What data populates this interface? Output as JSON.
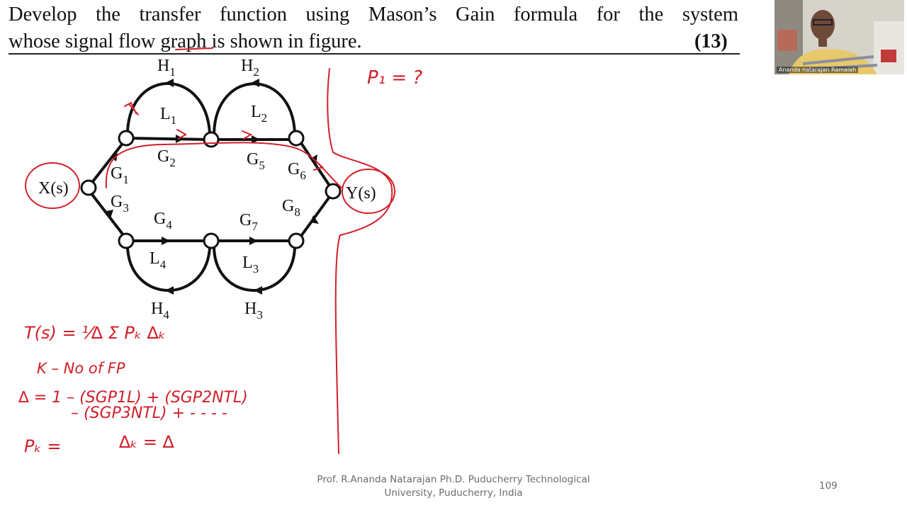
{
  "question": {
    "line1": "Develop the transfer function using Mason’s Gain formula for the system",
    "line2": "whose signal flow graph is shown in figure.",
    "marks": "(13)"
  },
  "diagram": {
    "input_label": "X(s)",
    "output_label": "Y(s)",
    "gains": {
      "G1": "G",
      "G1s": "1",
      "G2": "G",
      "G2s": "2",
      "G3": "G",
      "G3s": "3",
      "G4": "G",
      "G4s": "4",
      "G5": "G",
      "G5s": "5",
      "G6": "G",
      "G6s": "6",
      "G7": "G",
      "G7s": "7",
      "G8": "G",
      "G8s": "8"
    },
    "feedback": {
      "H1": "H",
      "H1s": "1",
      "H2": "H",
      "H2s": "2",
      "H3": "H",
      "H3s": "3",
      "H4": "H",
      "H4s": "4"
    },
    "loops": {
      "L1": "L",
      "L1s": "1",
      "L2": "L",
      "L2s": "2",
      "L3": "L",
      "L3s": "3",
      "L4": "L",
      "L4s": "4"
    }
  },
  "annotations": {
    "p1": "P₁ = ?",
    "transfer_formula": "T(s) = ¹⁄∆ Σ Pₖ ∆ₖ",
    "k_def": "K – No of FP",
    "delta_line1": "∆ = 1 – (SGP1L) + (SGP2NTL)",
    "delta_line2": "– (SGP3NTL) + - - - -",
    "pk": "Pₖ =",
    "delta_k": "∆ₖ = ∆"
  },
  "footer": {
    "line1": "Prof. R.Ananda Natarajan Ph.D. Puducherry Technological",
    "line2": "University, Puducherry, India"
  },
  "page_number": "109",
  "webcam": {
    "name": "Ananda natarajan Ramaiah"
  },
  "colors": {
    "ink": "#d0202a",
    "text": "#111111",
    "footer": "#6b6b6b"
  }
}
